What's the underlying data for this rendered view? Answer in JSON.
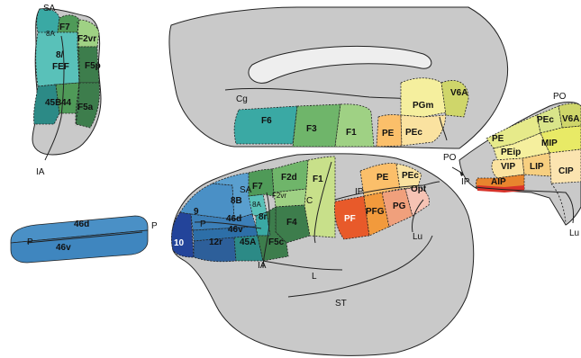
{
  "colors": {
    "brain": "#c9c9c9",
    "teal": "#3aa9a4",
    "teal_light": "#59c1b9",
    "teal_dark": "#2c8a86",
    "green_dark": "#3d7d4c",
    "green": "#4f9a58",
    "green_mid": "#6fb56a",
    "green_light": "#9fd184",
    "lime": "#c8e08a",
    "blue": "#4a90c6",
    "blue_mid": "#5a9fcf",
    "blue_dark": "#2d5f9a",
    "navy": "#23449a",
    "yellow": "#f5ef9e",
    "olive": "#cfd66a",
    "cream": "#fae2a0",
    "orange_light": "#fbbf6a",
    "orange": "#f29a3c",
    "red_orange": "#e85a2a",
    "red": "#d8332a",
    "salmon": "#f0a07c",
    "pink": "#f6c3b4"
  },
  "frontal_inset": {
    "labels": {
      "SA": "SA",
      "8A": "8A",
      "F7": "F7",
      "F2vr": "F2vr",
      "8FEF": "8/\nFEF",
      "F5p": "F5p",
      "45B": "45B",
      "44": "44",
      "F5a": "F5a",
      "IA": "IA"
    }
  },
  "medial_view": {
    "labels": {
      "Cg": "Cg",
      "F6": "F6",
      "F3": "F3",
      "F1": "F1",
      "PGm": "PGm",
      "V6A": "V6A",
      "PE": "PE",
      "PEc": "PEc",
      "PO": "PO"
    }
  },
  "parietal_inset": {
    "labels": {
      "PO": "PO",
      "V6A": "V6A",
      "PEc": "PEc",
      "PE": "PE",
      "MIP": "MIP",
      "PEip": "PEip",
      "VIP": "VIP",
      "LIP": "LIP",
      "CIP": "CIP",
      "AIP": "AIP",
      "IP": "IP",
      "Lu": "Lu"
    }
  },
  "lateral_view": {
    "labels": {
      "F2d": "F2d",
      "F7": "F7",
      "F1": "F1",
      "F2vr": "F2vr",
      "SA": "SA",
      "8B": "8B",
      "8A": "8A",
      "C": "C",
      "9": "9",
      "P": "P",
      "46d": "46d",
      "8r": "8r",
      "F4": "F4",
      "46v": "46v",
      "10": "10",
      "12r": "12r",
      "45A": "45A",
      "F5c": "F5c",
      "IA": "IA",
      "PE": "PE",
      "PEc": "PEc",
      "IP": "IP",
      "Opt": "Opt",
      "PF": "PF",
      "PFG": "PFG",
      "PG": "PG",
      "Lu": "Lu",
      "L": "L",
      "ST": "ST"
    }
  },
  "principal_inset": {
    "labels": {
      "46d": "46d",
      "46v": "46v",
      "P_left": "P",
      "P_right": "P"
    }
  }
}
